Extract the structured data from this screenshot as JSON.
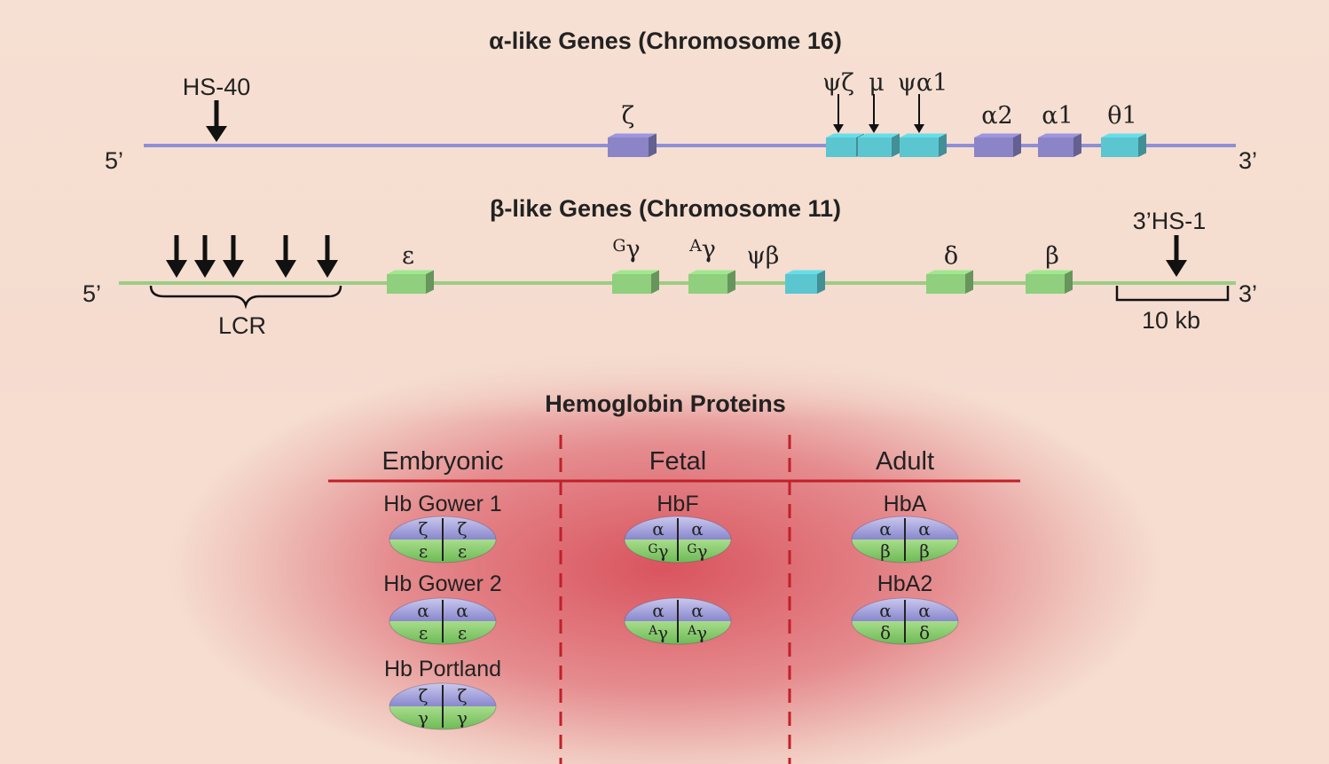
{
  "colors": {
    "alpha_line": "#8e90d6",
    "beta_line": "#9ccd83",
    "purple_gene": "#8b85c7",
    "cyan_gene": "#5bc6d0",
    "green_gene": "#8fcf7e",
    "divider": "#c0202a"
  },
  "alpha_locus": {
    "title": "α-like Genes (Chromosome 16)",
    "end5": "5’",
    "end3": "3’",
    "hs_label": "HS-40",
    "genes": [
      {
        "label": "ζ",
        "kind": "purple"
      },
      {
        "label": "ψζ",
        "kind": "cyan"
      },
      {
        "label": "μ",
        "kind": "cyan"
      },
      {
        "label": "ψα1",
        "kind": "cyan"
      },
      {
        "label": "α2",
        "kind": "purple"
      },
      {
        "label": "α1",
        "kind": "purple"
      },
      {
        "label": "θ1",
        "kind": "cyan"
      }
    ]
  },
  "beta_locus": {
    "title": "β-like Genes (Chromosome 11)",
    "end5": "5’",
    "end3": "3’",
    "lcr_label": "LCR",
    "hs_label": "3’HS-1",
    "scale_label": "10 kb",
    "genes": [
      {
        "label": "ε",
        "sup": "",
        "kind": "green"
      },
      {
        "label": "γ",
        "sup": "G",
        "kind": "green"
      },
      {
        "label": "γ",
        "sup": "A",
        "kind": "green"
      },
      {
        "label": "ψβ",
        "sup": "",
        "kind": "cyan"
      },
      {
        "label": "δ",
        "sup": "",
        "kind": "green"
      },
      {
        "label": "β",
        "sup": "",
        "kind": "green"
      }
    ]
  },
  "proteins": {
    "title": "Hemoglobin Proteins",
    "columns": [
      {
        "header": "Embryonic",
        "items": [
          {
            "name": "Hb Gower 1",
            "top": [
              "ζ",
              "ζ"
            ],
            "bottom": [
              {
                "sup": "",
                "g": "ε"
              },
              {
                "sup": "",
                "g": "ε"
              }
            ]
          },
          {
            "name": "Hb Gower 2",
            "top": [
              "α",
              "α"
            ],
            "bottom": [
              {
                "sup": "",
                "g": "ε"
              },
              {
                "sup": "",
                "g": "ε"
              }
            ]
          },
          {
            "name": "Hb Portland",
            "top": [
              "ζ",
              "ζ"
            ],
            "bottom": [
              {
                "sup": "",
                "g": "γ"
              },
              {
                "sup": "",
                "g": "γ"
              }
            ]
          }
        ]
      },
      {
        "header": "Fetal",
        "items": [
          {
            "name": "HbF",
            "top": [
              "α",
              "α"
            ],
            "bottom": [
              {
                "sup": "G",
                "g": "γ"
              },
              {
                "sup": "G",
                "g": "γ"
              }
            ]
          },
          {
            "name": "",
            "top": [
              "α",
              "α"
            ],
            "bottom": [
              {
                "sup": "A",
                "g": "γ"
              },
              {
                "sup": "A",
                "g": "γ"
              }
            ]
          }
        ]
      },
      {
        "header": "Adult",
        "items": [
          {
            "name": "HbA",
            "top": [
              "α",
              "α"
            ],
            "bottom": [
              {
                "sup": "",
                "g": "β"
              },
              {
                "sup": "",
                "g": "β"
              }
            ]
          },
          {
            "name": "HbA2",
            "top": [
              "α",
              "α"
            ],
            "bottom": [
              {
                "sup": "",
                "g": "δ"
              },
              {
                "sup": "",
                "g": "δ"
              }
            ]
          }
        ]
      }
    ]
  }
}
